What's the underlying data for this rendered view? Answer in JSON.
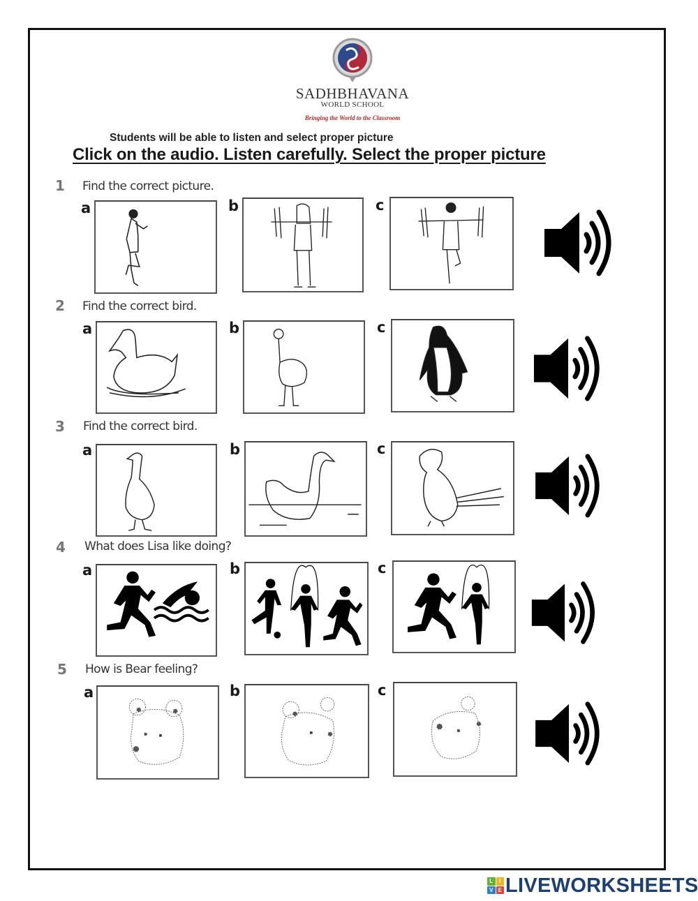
{
  "header": {
    "school_name": "SADHBHAVANA",
    "school_subtitle": "WORLD SCHOOL",
    "tagline": "Bringing the World to the Classroom",
    "logo_colors": {
      "ring": "#9a9a9a",
      "red": "#b2283a",
      "blue": "#2c4a8c"
    }
  },
  "objective": "Students will be able to listen and select proper picture",
  "instruction": "Click on the audio. Listen carefully. Select the proper picture",
  "questions": [
    {
      "number": "1",
      "prompt": "Find the correct picture.",
      "options": [
        {
          "label": "a",
          "picture": "boy jogging"
        },
        {
          "label": "b",
          "picture": "girl with arms outstretched"
        },
        {
          "label": "c",
          "picture": "boy balancing on one leg"
        }
      ],
      "audio_icon": "speaker-icon"
    },
    {
      "number": "2",
      "prompt": "Find the correct bird.",
      "options": [
        {
          "label": "a",
          "picture": "duck"
        },
        {
          "label": "b",
          "picture": "ostrich"
        },
        {
          "label": "c",
          "picture": "penguin"
        }
      ],
      "audio_icon": "speaker-icon"
    },
    {
      "number": "3",
      "prompt": "Find the correct bird.",
      "options": [
        {
          "label": "a",
          "picture": "goose"
        },
        {
          "label": "b",
          "picture": "swan"
        },
        {
          "label": "c",
          "picture": "parrot"
        }
      ],
      "audio_icon": "speaker-icon"
    },
    {
      "number": "4",
      "prompt": "What does Lisa like doing?",
      "options": [
        {
          "label": "a",
          "picture": "running and swimming"
        },
        {
          "label": "b",
          "picture": "football, skipping and running"
        },
        {
          "label": "c",
          "picture": "running and skipping"
        }
      ],
      "audio_icon": "speaker-icon"
    },
    {
      "number": "5",
      "prompt": "How is Bear feeling?",
      "options": [
        {
          "label": "a",
          "picture": "bear face"
        },
        {
          "label": "b",
          "picture": "bear face"
        },
        {
          "label": "c",
          "picture": "bear face"
        }
      ],
      "audio_icon": "speaker-icon"
    }
  ],
  "footer": {
    "brand": "LIVEWORKSHEETS",
    "icon_letters": [
      "L",
      "I",
      "V",
      "E"
    ],
    "icon_colors": [
      "#5fb435",
      "#f2b51c",
      "#2f7fd0",
      "#e2413a"
    ],
    "brand_color": "#1c3f72"
  }
}
